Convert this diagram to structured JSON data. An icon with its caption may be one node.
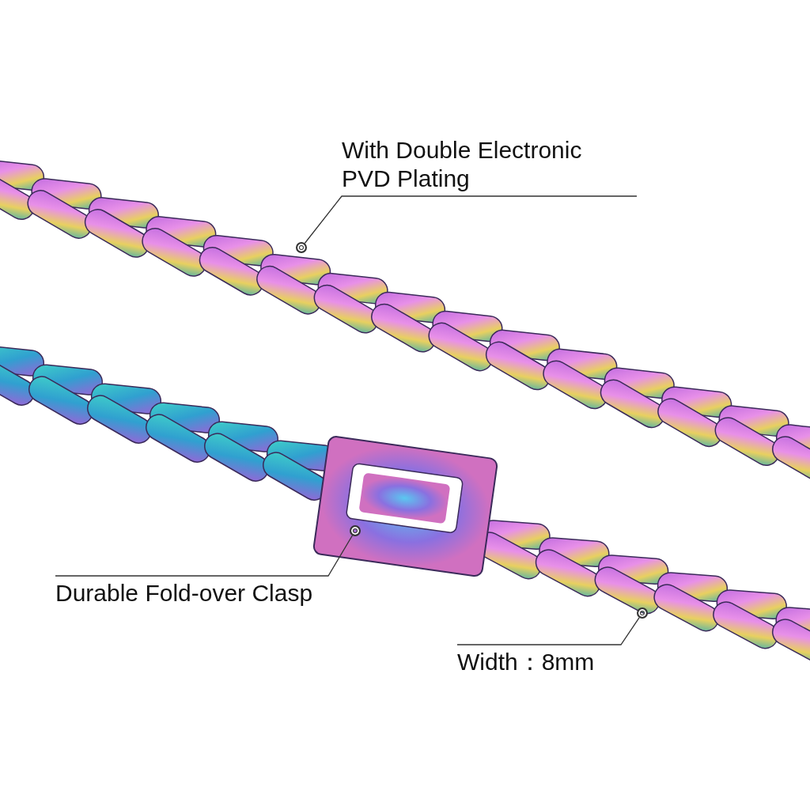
{
  "diagram": {
    "nodes": [
      {
        "text": [
          "With Double Electronic PVD Plating"
        ]
      },
      {
        "text": [],
        "shape": "circle"
      },
      {
        "text": [
          "Durable Fold-over Clasp"
        ]
      },
      {
        "text": [],
        "shape": "circle"
      },
      {
        "text": [
          "Width：8mm"
        ]
      },
      {
        "text": [],
        "shape": "circle"
      }
    ],
    "edges": [
      {
        "from": 0,
        "to": 1,
        "arrow": "none"
      },
      {
        "from": 2,
        "to": 3,
        "arrow": "none"
      },
      {
        "from": 4,
        "to": 5,
        "arrow": "none"
      }
    ]
  }
}
